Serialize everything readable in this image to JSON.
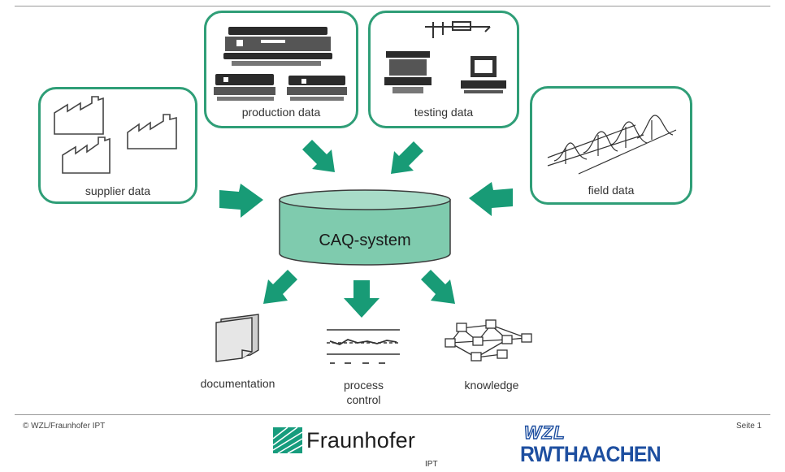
{
  "sources": {
    "supplier": "supplier data",
    "production": "production data",
    "testing": "testing data",
    "field": "field data"
  },
  "center": "CAQ-system",
  "outputs": {
    "documentation": "documentation",
    "process_control_line1": "process",
    "process_control_line2": "control",
    "knowledge": "knowledge"
  },
  "footer": {
    "copyright": "© WZL/Fraunhofer IPT",
    "page": "Seite 1"
  },
  "logos": {
    "fraunhofer": "Fraunhofer",
    "ipt": "IPT",
    "wzl": "WZL",
    "rwth": "RWTHAACHEN"
  },
  "colors": {
    "accent": "#2f9e77",
    "arrow": "#189b76",
    "cylinder_fill": "#7fcbae",
    "rwth_blue": "#1e4fa0"
  }
}
